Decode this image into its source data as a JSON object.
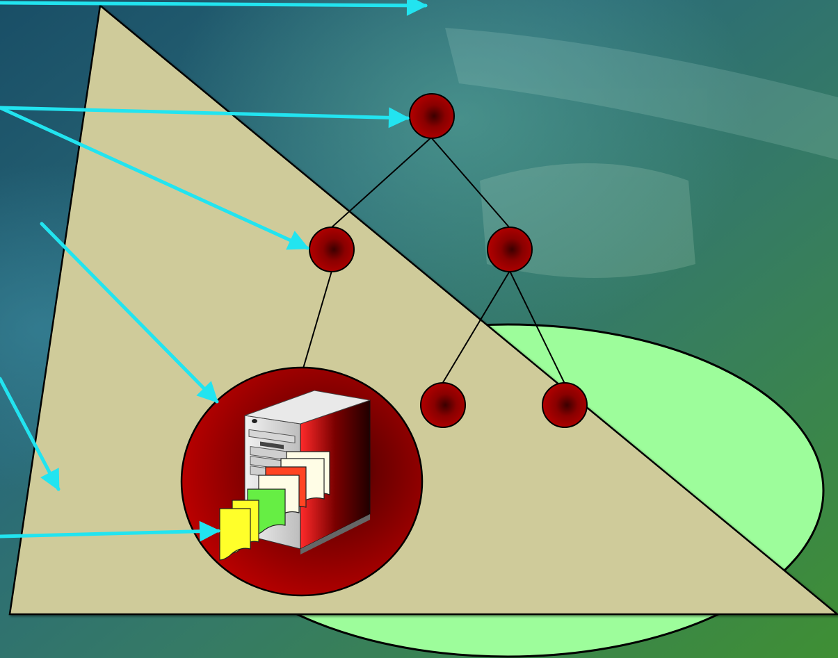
{
  "diagram": {
    "colors": {
      "background_blue": "#1f5f74",
      "background_green": "#3c8a3a",
      "triangle_fill": "#cfcb9a",
      "ellipse_fill": "#9dfd9b",
      "node_fill": "#a30000",
      "node_highlight": "#3b0000",
      "arrow": "#22e4f0",
      "outline": "#000000"
    },
    "tree": {
      "nodes": [
        {
          "id": "root",
          "level": 0
        },
        {
          "id": "left",
          "level": 1
        },
        {
          "id": "right",
          "level": 1
        },
        {
          "id": "right-left",
          "level": 2
        },
        {
          "id": "right-right",
          "level": 2
        }
      ],
      "edges": [
        [
          "root",
          "left"
        ],
        [
          "root",
          "right"
        ],
        [
          "right",
          "right-left"
        ],
        [
          "right",
          "right-right"
        ]
      ]
    },
    "server_node": {
      "icon": "server-with-documents-icon",
      "parent": "left",
      "document_colors": [
        "#ffff2a",
        "#66ee44",
        "#ff4422",
        "#fffde6"
      ]
    },
    "arrow_count": 6
  }
}
